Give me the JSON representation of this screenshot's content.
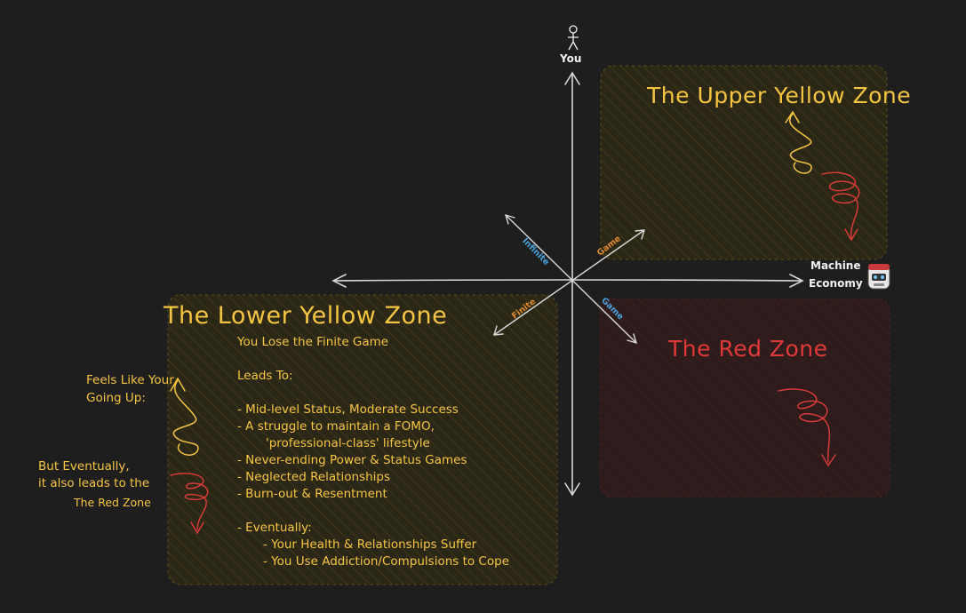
{
  "axes": {
    "top": "You",
    "right": [
      "Machine",
      "Economy"
    ],
    "diag_upper_left": "Infinite",
    "diag_upper_right": "Game",
    "diag_lower_left": "Finite",
    "diag_lower_right": "Game"
  },
  "zones": {
    "upper_yellow": {
      "title": "The Upper Yellow Zone"
    },
    "red": {
      "title": "The Red Zone"
    },
    "lower_yellow": {
      "title": "The Lower Yellow Zone",
      "lines": [
        "You Lose the Finite Game",
        "Leads To:",
        "- Mid-level Status, Moderate Success",
        "- A struggle to maintain a FOMO,",
        "'professional-class' lifestyle",
        "- Never-ending Power & Status Games",
        "- Neglected Relationships",
        "- Burn-out & Resentment",
        "- Eventually:",
        "- Your Health & Relationships Suffer",
        "- You Use Addiction/Compulsions to Cope"
      ]
    }
  },
  "side_notes": {
    "feels_up": [
      "Feels Like Your",
      "Going Up:"
    ],
    "eventually": [
      "But Eventually,",
      "it also leads to the"
    ],
    "red_zone_ref": "The Red Zone"
  },
  "colors": {
    "background": "#1e1e1e",
    "yellow": "#f5c542",
    "red": "#e0393a",
    "axis": "#d8d8d8",
    "blue": "#4aa3e0",
    "orange": "#e08a2e"
  }
}
